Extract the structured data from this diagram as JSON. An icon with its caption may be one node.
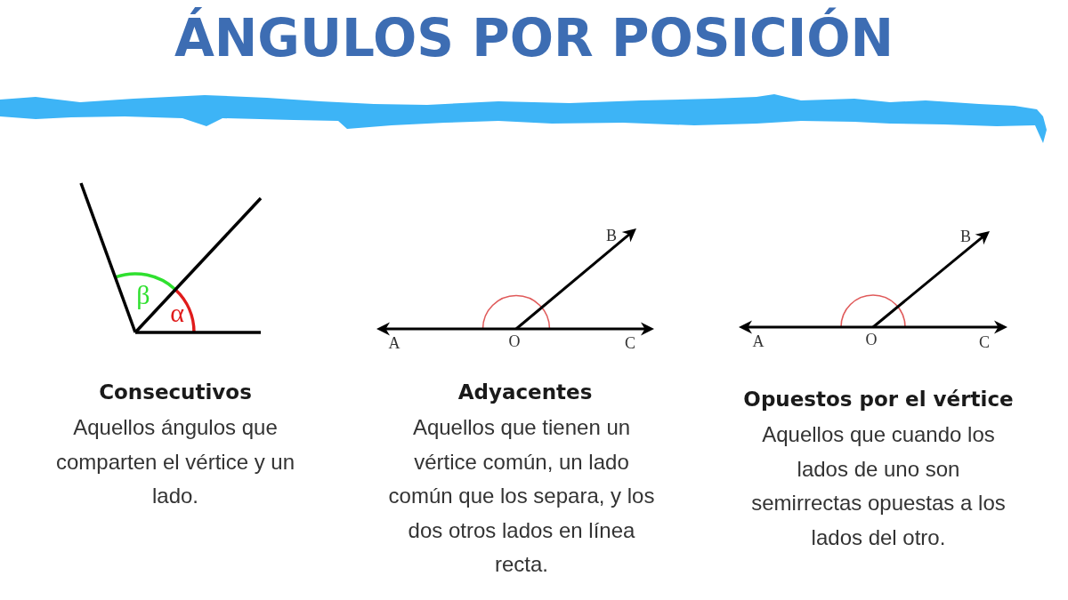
{
  "diagram": {
    "title": "ÁNGULOS POR POSICIÓN",
    "nodes": [
      {
        "text": [],
        "shape": "bar"
      }
    ],
    "labels": [
      "β",
      "α",
      "B",
      "A",
      "O",
      "C",
      "B",
      "A",
      "O",
      "C",
      "Consecutivos",
      "Aquellos ángulos que comparten el vértice y un lado.",
      "Adyacentes",
      "Aquellos que tienen un vértice común, un lado común que los separa, y los dos otros lados en línea recta.",
      "Opuestos por el vértice",
      "Aquellos que cuando los lados de uno son semirrectas opuestas a los lados del otro."
    ]
  }
}
